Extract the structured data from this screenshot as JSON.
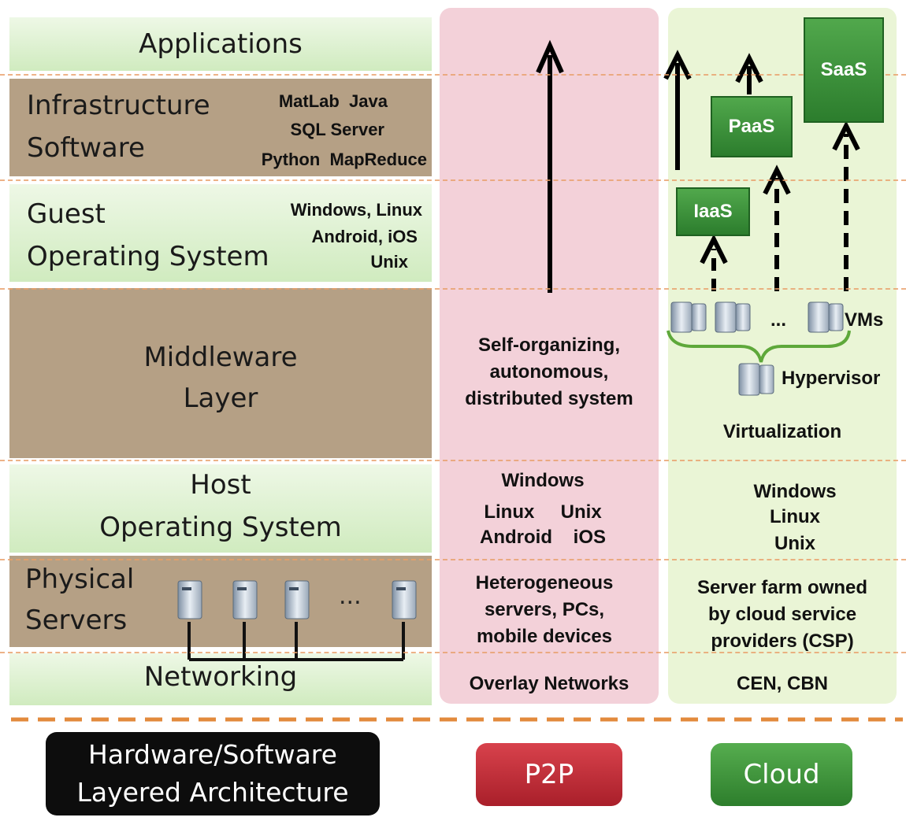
{
  "layers": {
    "applications": "Applications",
    "infra": {
      "line1": "Infrastructure",
      "line2": "Software",
      "tags": [
        "MatLab  Java",
        "SQL Server",
        "Python  MapReduce"
      ]
    },
    "guest": {
      "line1": "Guest",
      "line2": "Operating System",
      "tags": [
        "Windows, Linux",
        "Android, iOS",
        "Unix"
      ]
    },
    "middleware": {
      "line1": "Middleware",
      "line2": "Layer"
    },
    "host": {
      "line1": "Host",
      "line2": "Operating System"
    },
    "physical": {
      "line1": "Physical",
      "line2": "Servers",
      "ellipsis": "..."
    },
    "networking": "Networking"
  },
  "p2p": {
    "middleware": [
      "Self-organizing,",
      "autonomous,",
      "distributed system"
    ],
    "os": {
      "l1": "Windows",
      "l2": "Linux     Unix",
      "l3": "Android    iOS"
    },
    "servers": [
      "Heterogeneous",
      "servers, PCs,",
      "mobile devices"
    ],
    "network": "Overlay Networks"
  },
  "cloud": {
    "saas": "SaaS",
    "paas": "PaaS",
    "iaas": "IaaS",
    "vms": "VMs",
    "ellipsis": "...",
    "hypervisor": "Hypervisor",
    "virtualization": "Virtualization",
    "os": [
      "Windows",
      "Linux",
      "Unix"
    ],
    "servers": [
      "Server farm owned",
      "by cloud service",
      "providers (CSP)"
    ],
    "network": "CEN, CBN"
  },
  "footer": {
    "arch_line1": "Hardware/Software",
    "arch_line2": "Layered Architecture",
    "p2p": "P2P",
    "cloud": "Cloud"
  },
  "colors": {
    "green_layer": "#d0ebbf",
    "brown_layer": "#b5a085",
    "p2p_bg": "#f3d1d9",
    "cloud_bg": "#eaf5d6",
    "p2p_button": "#c62c36",
    "cloud_button": "#3f953c",
    "divider": "#e28a3c"
  }
}
